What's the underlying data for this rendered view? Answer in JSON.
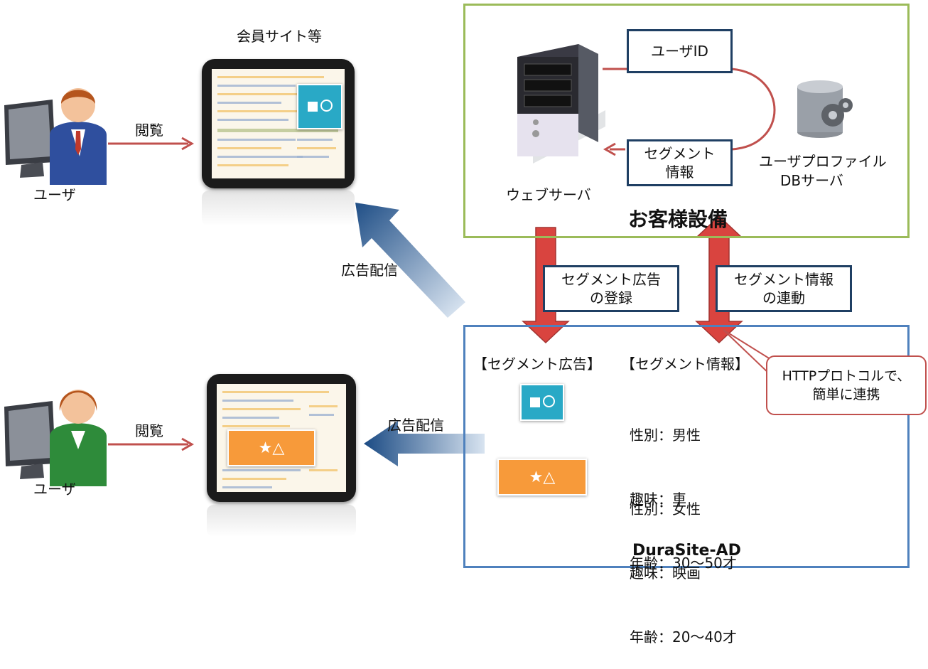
{
  "labels": {
    "member_site": "会員サイト等",
    "view_top": "閲覧",
    "view_bottom": "閲覧",
    "user_top": "ユーザ",
    "user_bottom": "ユーザ",
    "ad_delivery_top": "広告配信",
    "ad_delivery_bottom": "広告配信",
    "user_id": "ユーザID",
    "segment_info_line1": "セグメント",
    "segment_info_line2": "情報",
    "web_server": "ウェブサーバ",
    "db_server_line1": "ユーザプロファイル",
    "db_server_line2": "DBサーバ",
    "customer_facility": "お客様設備",
    "register_line1": "セグメント広告",
    "register_line2": "の登録",
    "link_line1": "セグメント情報",
    "link_line2": "の連動",
    "segment_ads_header": "【セグメント広告】",
    "segment_info_header": "【セグメント情報】",
    "callout_line1": "HTTPプロトコルで、",
    "callout_line2": "簡単に連携",
    "product_name": "DuraSite-AD"
  },
  "ads": {
    "orange_symbols": "★△",
    "blue_symbols": "■○"
  },
  "segments": [
    {
      "gender": "性別：男性",
      "hobby": "趣味：車",
      "age": "年齢：30〜50才"
    },
    {
      "gender": "性別：女性",
      "hobby": "趣味：映画",
      "age": "年齢：20〜40才"
    }
  ],
  "colors": {
    "customer_border": "#9bbb59",
    "durasite_border": "#4f81bd",
    "red_arrow": "#c0504d",
    "label_border": "#1f3f63",
    "blue_ad": "#29a9c6",
    "orange_ad": "#f79a3a"
  }
}
